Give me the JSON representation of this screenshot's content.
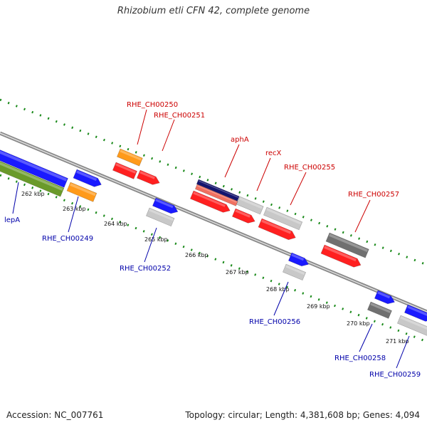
{
  "title": "Rhizobium etli CFN 42, complete genome",
  "footer": {
    "accession": "Accession: NC_007761",
    "stats": "Topology: circular; Length: 4,381,608 bp; Genes: 4,094"
  },
  "colors": {
    "red": "#ff2020",
    "blue": "#1a1aff",
    "orange": "#ff9a1a",
    "light_gray": "#c8c8c8",
    "dark_gray": "#707070",
    "olive": "#6a9a2a",
    "navy": "#14146e",
    "salmon": "#f07060",
    "label_red": "#cc0000",
    "label_blue": "#0000aa",
    "ticks": "#1a8a1a"
  },
  "ticks": [
    "262 kbp",
    "263 kbp",
    "264 kbp",
    "265 kbp",
    "266 kbp",
    "267 kbp",
    "268 kbp",
    "269 kbp",
    "270 kbp",
    "271 kbp"
  ],
  "labels_top": [
    "RHE_CH00250",
    "RHE_CH00251",
    "aphA",
    "recX",
    "RHE_CH00255",
    "RHE_CH00257"
  ],
  "labels_bottom": [
    "lepA",
    "RHE_CH00249",
    "RHE_CH00252",
    "RHE_CH00256",
    "RHE_CH00258",
    "RHE_CH00259"
  ]
}
